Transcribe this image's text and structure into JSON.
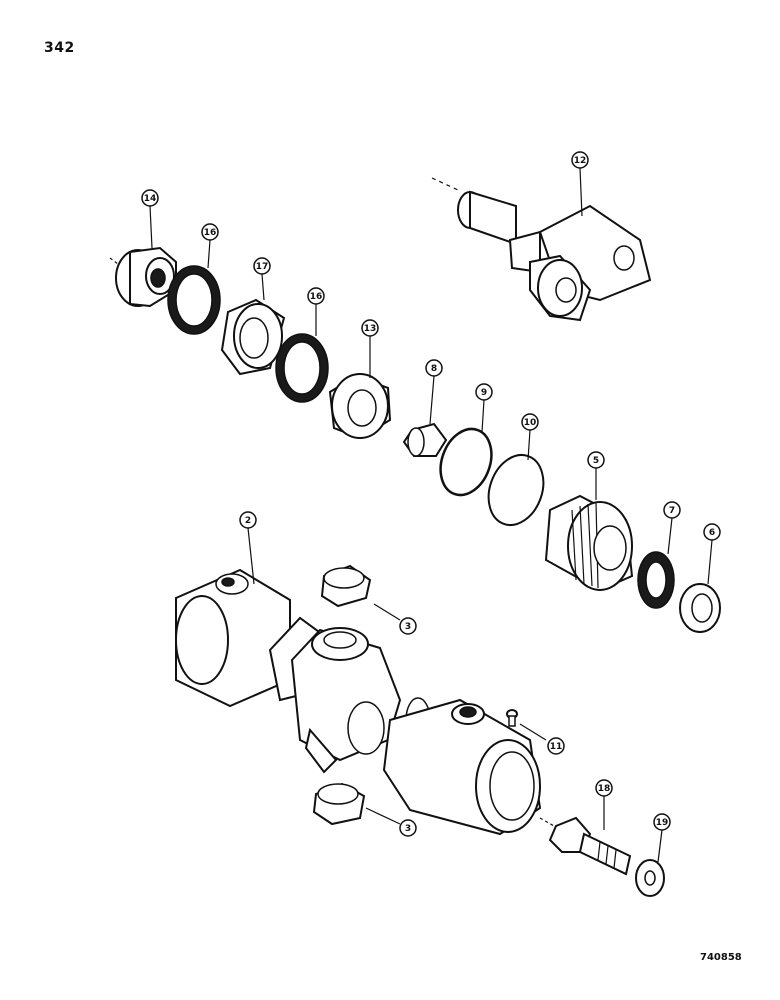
{
  "page_number": "342",
  "figure_id": "740858",
  "callouts": [
    "14",
    "16",
    "17",
    "16",
    "13",
    "12",
    "8",
    "9",
    "10",
    "5",
    "7",
    "6",
    "2",
    "3",
    "11",
    "18",
    "19",
    "3"
  ],
  "parts": [
    "bushing",
    "seal",
    "bearing",
    "seal",
    "head",
    "rod-clevis",
    "wear-ring",
    "o-ring",
    "backup-ring",
    "gland",
    "wiper",
    "wear-ring-small",
    "cylinder-barrel",
    "bushing",
    "grease-fitting",
    "bolt",
    "washer",
    "bushing"
  ]
}
